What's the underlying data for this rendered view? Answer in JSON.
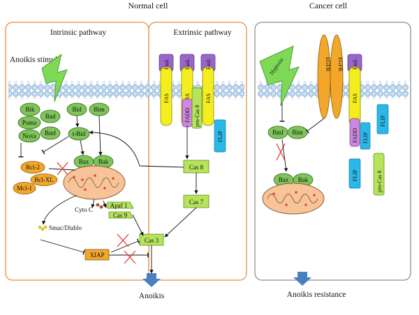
{
  "headings": {
    "normal_cell": "Normal cell",
    "cancer_cell": "Cancer cell",
    "intrinsic": "Intrinsic pathway",
    "extrinsic": "Extrinsic pathway",
    "anoikis_stimuli": "Anoikis stimuli"
  },
  "proteins": {
    "bik": "Bik",
    "bad": "Bad",
    "puma": "Puma",
    "bmf": "Bmf",
    "noxa": "Noxa",
    "bid": "Bid",
    "bim": "Bim",
    "tbid": "t-Bid",
    "bcl2": "Bcl-2",
    "bclxl": "Bcl-XL",
    "mcl1": "Mcl-1",
    "bax": "Bax",
    "bak": "Bak",
    "cytoc": "Cyto C",
    "apaf1": "Apaf 1",
    "cas9": "Cas 9",
    "smac": "Smac/Diablo",
    "xiap": "XIAP",
    "cas3": "Cas 3",
    "fasl": "FasL",
    "fas": "FAS",
    "fadd": "FADD",
    "procas8": "pro-Cas 8",
    "flip": "FLIP",
    "cas8": "Cas 8",
    "cas7": "Cas 7",
    "hypoxia": "Hypoxia",
    "egfr": "EGFR"
  },
  "outcomes": {
    "anoikis": "Anoikis",
    "resistance": "Anoikis resistance"
  },
  "colors": {
    "panel_border": "#e38a3c",
    "cancer_border": "#8a8a8a",
    "green_protein": "#7fc45a",
    "yellow_receptor": "#f5ee1e",
    "purple": "#9966cc",
    "orange_protein": "#f3a72a",
    "cyan_flip": "#29b8e8",
    "mito": "#f7c49a",
    "red_cross": "#e2312b",
    "arrow_blue": "#4a7fc0"
  }
}
